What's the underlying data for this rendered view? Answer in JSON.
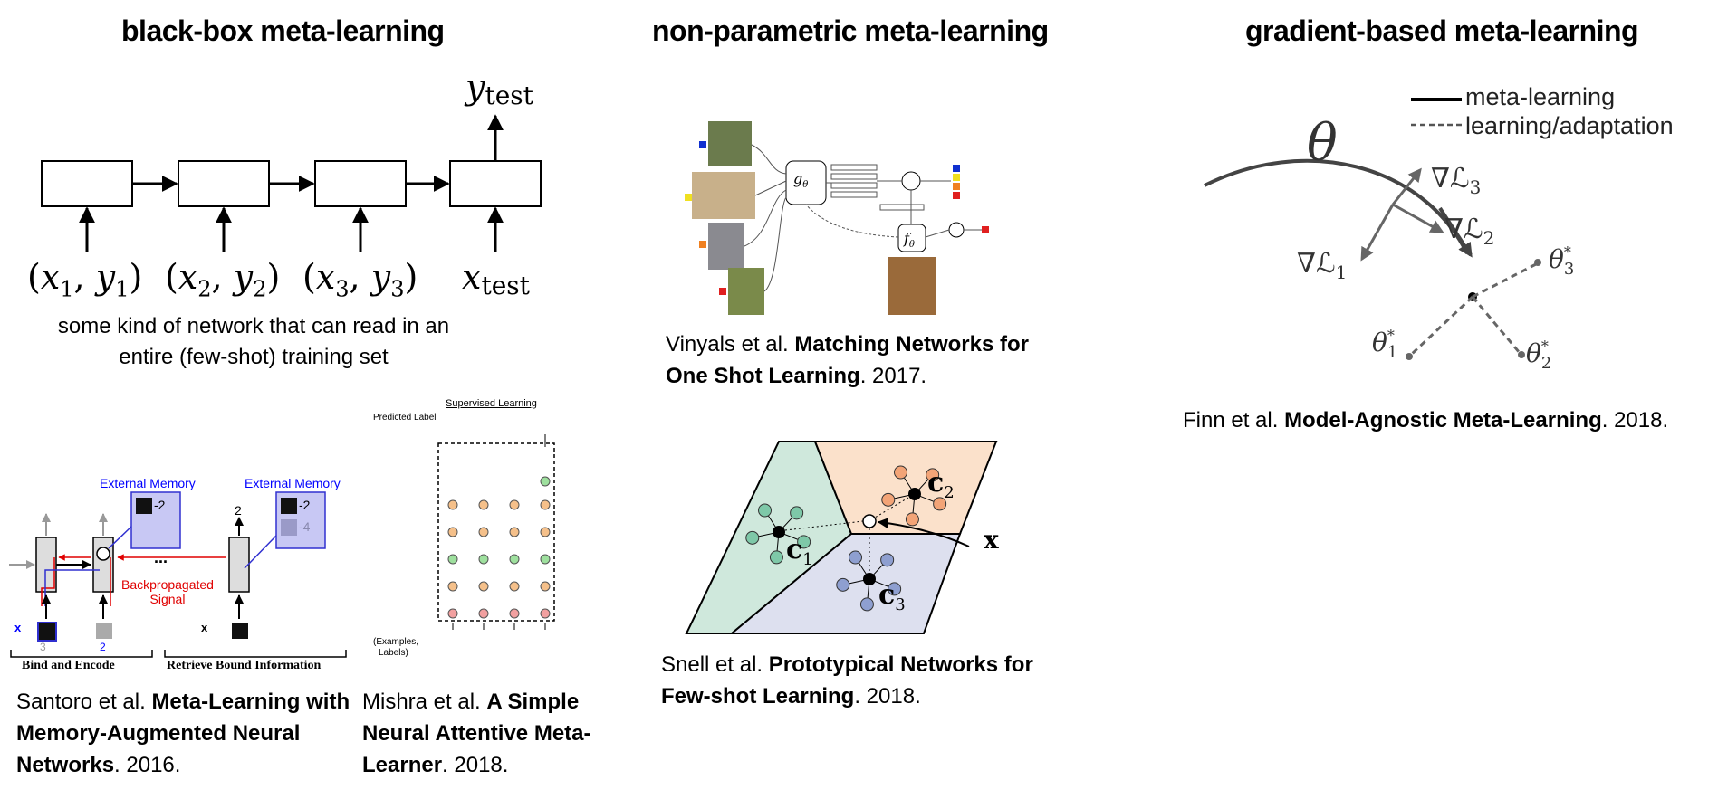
{
  "headings": {
    "blackbox": "black-box meta-learning",
    "nonparam": "non-parametric meta-learning",
    "gradient": "gradient-based meta-learning"
  },
  "blackbox": {
    "y_test": "y",
    "y_test_sub": "test",
    "x_test": "x",
    "x_test_sub": "test",
    "inputs": [
      {
        "x": "x",
        "xs": "1",
        "y": "y",
        "ys": "1"
      },
      {
        "x": "x",
        "xs": "2",
        "y": "y",
        "ys": "2"
      },
      {
        "x": "x",
        "xs": "3",
        "y": "y",
        "ys": "3"
      }
    ],
    "description_line1": "some kind of network that can read in an",
    "description_line2": "entire (few-shot) training set"
  },
  "santoro": {
    "external_memory_1": "External Memory",
    "external_memory_2": "External Memory",
    "backprop_line1": "Backpropagated",
    "backprop_line2": "Signal",
    "bind_encode": "Bind and Encode",
    "retrieve": "Retrieve Bound Information",
    "mem_label_1": "-2",
    "mem_label_2": "-2",
    "mem_label_3": "-4",
    "out_label": "2",
    "xt_label": "x",
    "yt_val": "3",
    "yt_val2": "2",
    "dots": "...",
    "cite_prefix": "Santoro et al. ",
    "cite_bold": "Meta-Learning with Memory-Augmented Neural Networks",
    "cite_suffix": ". 2016."
  },
  "mishra": {
    "supervised": "Supervised Learning",
    "predicted": "Predicted Label",
    "examples": "(Examples,",
    "labels": "Labels)",
    "cite_prefix": "Mishra et al. ",
    "cite_bold": "A Simple Neural Attentive Meta-Learner",
    "cite_suffix": ". 2018."
  },
  "vinyals": {
    "g_label": "g",
    "f_label": "f",
    "cite_prefix": "Vinyals et al. ",
    "cite_bold": "Matching Networks for One Shot Learning",
    "cite_suffix": ". 2017."
  },
  "snell": {
    "c1": "c",
    "c2": "c",
    "c3": "c",
    "x_label": "x",
    "cite_prefix": "Snell et al. ",
    "cite_bold": "Prototypical Networks for Few-shot Learning",
    "cite_suffix": ". 2018."
  },
  "finn": {
    "legend_solid": "meta-learning",
    "legend_dashed": "learning/adaptation",
    "theta": "θ",
    "grad1": "∇ℒ",
    "grad2": "∇ℒ",
    "grad3": "∇ℒ",
    "theta_star": "θ",
    "cite_prefix": "Finn et al. ",
    "cite_bold": "Model-Agnostic Meta-Learning",
    "cite_suffix": ". 2018."
  },
  "colors": {
    "blue": "#0000ff",
    "red": "#e00000",
    "gray": "#555555",
    "proto_green": "#cfe8dc",
    "proto_orange": "#fbe1cb",
    "proto_blue": "#dde0ef"
  }
}
